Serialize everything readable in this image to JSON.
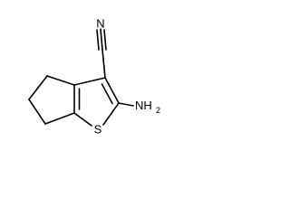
{
  "molecule": {
    "atoms": {
      "nitrile_nitrogen": "N",
      "amine_group": "NH",
      "amine_subscript": "2",
      "ring_sulfur": "S"
    },
    "colors": {
      "bond": "#000000",
      "label": "#000000",
      "background": "#ffffff"
    }
  }
}
